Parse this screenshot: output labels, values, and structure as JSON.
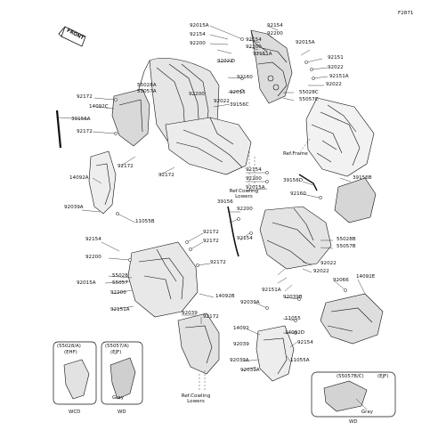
{
  "figure_code": "F2871",
  "front_label": "FRONT",
  "ref_frame": "Ref.Frame",
  "ref_cowling_lowers_top": "Ref.Cowling Lowers",
  "ref_cowling_lowers_bottom": "Ref.Cowling Lowers",
  "inset_ehf": {
    "title": "(55028/A)",
    "sub": "(EHF)",
    "code": "WCD"
  },
  "inset_ejf": {
    "title": "(55057/A)",
    "sub": "(EJF)",
    "color": "Gray",
    "code": "WD"
  },
  "inset_ejf2": {
    "title": "(55057B/C)",
    "sub": "(EJF)",
    "color": "Gray",
    "code": "WD"
  },
  "labels": {
    "l01": "92015A",
    "l02": "92154",
    "l03": "92200",
    "l04": "92154",
    "l05": "92200",
    "l06": "92154",
    "l07": "92200",
    "l08": "92015A",
    "l09": "92151A",
    "l10": "92022",
    "l11": "92151",
    "l12": "92022",
    "l13": "92151A",
    "l14": "92022",
    "l15": "92160",
    "l16": "55028A",
    "l17": "55057A",
    "l18": "92172",
    "l19": "14092C",
    "l20": "39156A",
    "l21": "92172",
    "l22": "92022",
    "l23": "92200",
    "l24": "92015",
    "l25": "39156C",
    "l26": "55028C",
    "l27": "55057C",
    "l28": "92172",
    "l29": "92172",
    "l30": "14092A",
    "l31": "92039A",
    "l32": "11055B",
    "l33": "92154",
    "l34": "92200",
    "l35": "92015A",
    "l36": "39156D",
    "l37": "92160",
    "l38": "39156B",
    "l39": "39156",
    "l40": "92200",
    "l41": "92154",
    "l42": "92172",
    "l43": "92172",
    "l44": "92154",
    "l45": "92200",
    "l46": "92172",
    "l47": "55028B",
    "l48": "55057B",
    "l49": "92015A",
    "l50": "55028",
    "l51": "55057",
    "l52": "92022",
    "l53": "92022",
    "l54": "92151A",
    "l55": "14092B",
    "l56": "92039B",
    "l57": "92066",
    "l58": "14092E",
    "l59": "92200",
    "l60": "92151A",
    "l61": "92039",
    "l62": "92039A",
    "l63": "11055",
    "l64": "14092D",
    "l65": "14092",
    "l66": "92172",
    "l67": "92154",
    "l68": "92039A",
    "l69": "11055A",
    "l70": "92039A",
    "l71": "92039"
  }
}
